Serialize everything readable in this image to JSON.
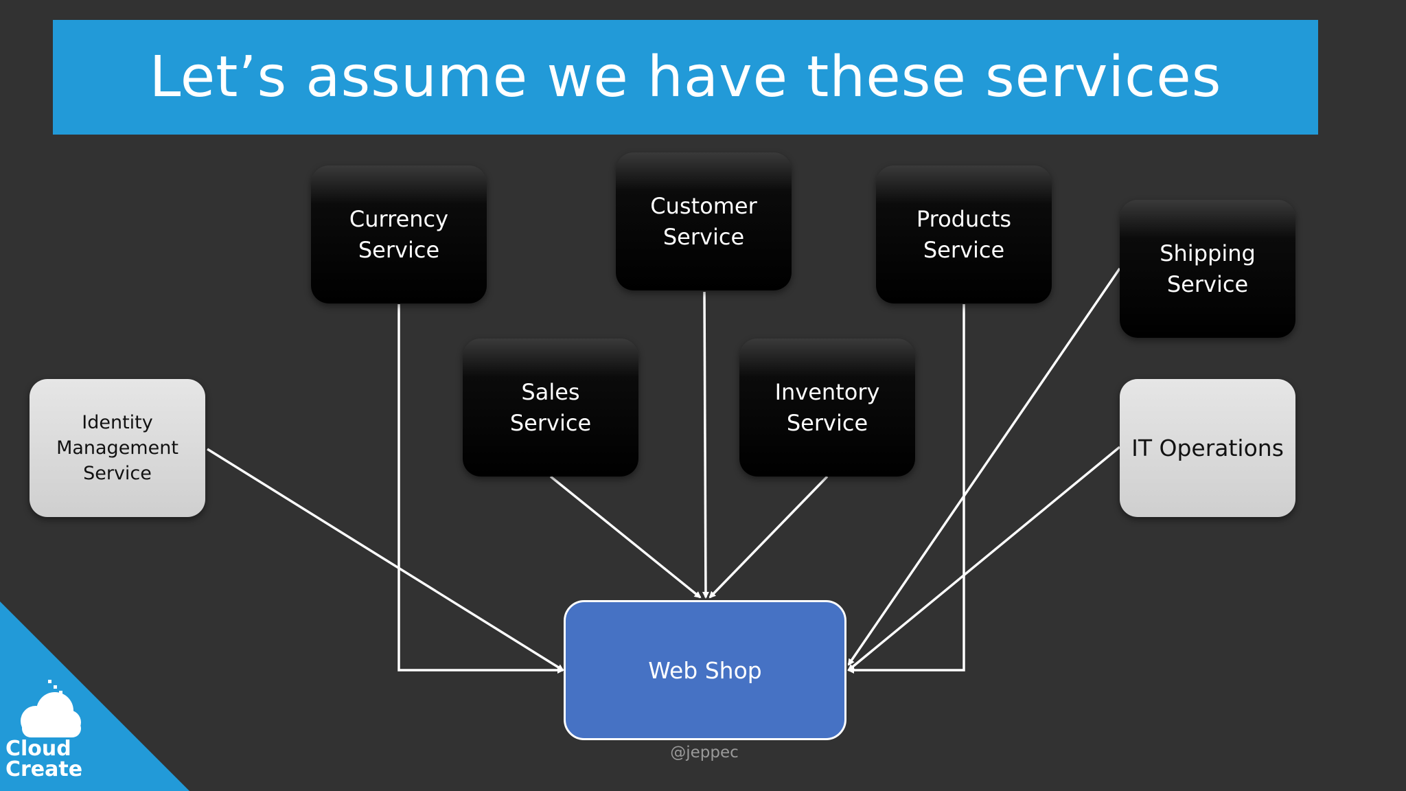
{
  "slide": {
    "title": "Let’s assume we have these services",
    "handle": "@jeppec"
  },
  "diagram": {
    "services": {
      "currency": "Currency\nService",
      "customer": "Customer\nService",
      "products": "Products\nService",
      "shipping": "Shipping\nService",
      "sales": "Sales\nService",
      "inventory": "Inventory\nService",
      "identity": "Identity\nManagement\nService",
      "it_operations": "IT Operations"
    },
    "hub": "Web Shop"
  },
  "logo": {
    "text": "Cloud\nCreate"
  },
  "colors": {
    "background": "#323232",
    "title_bar": "#229ad8",
    "hub_fill": "#4672c4",
    "logo_blue": "#229ad8"
  }
}
